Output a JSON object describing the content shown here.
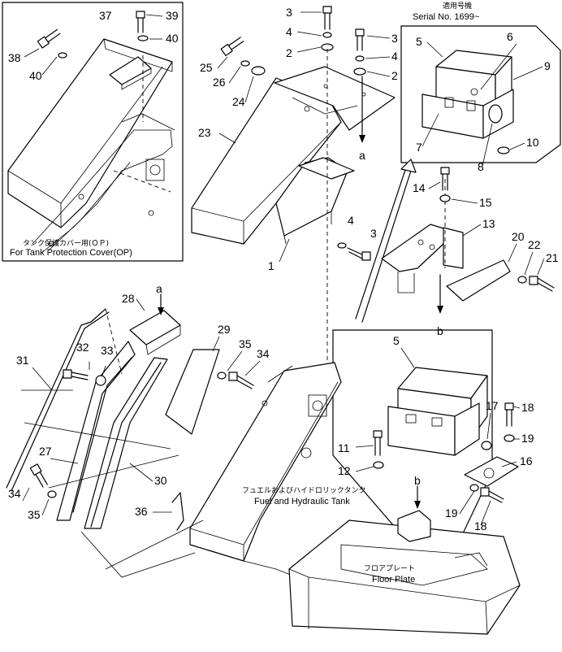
{
  "inset_tank_cover": {
    "caption_jp": "タンク保護カバー用(ＯＰ)",
    "caption_en": "For Tank Protection Cover(OP)"
  },
  "inset_serial": {
    "caption_jp": "適用号機",
    "caption_en": "Serial No. 1699~"
  },
  "labels": {
    "fuel_tank_jp": "フュエルおよびハイドロリックタンク",
    "fuel_tank_en": "Fuel and Hydraulic Tank",
    "floor_plate_jp": "フロアプレート",
    "floor_plate_en": "Floor Plate",
    "ref_a": "a",
    "ref_b": "b"
  },
  "callouts": {
    "n1": "1",
    "n2": "2",
    "n3": "3",
    "n4": "4",
    "n5": "5",
    "n6": "6",
    "n7": "7",
    "n8": "8",
    "n9": "9",
    "n10": "10",
    "n11": "11",
    "n12": "12",
    "n13": "13",
    "n14": "14",
    "n15": "15",
    "n16": "16",
    "n17": "17",
    "n18": "18",
    "n19": "19",
    "n20": "20",
    "n21": "21",
    "n22": "22",
    "n23": "23",
    "n24": "24",
    "n25": "25",
    "n26": "26",
    "n27": "27",
    "n28": "28",
    "n29": "29",
    "n30": "30",
    "n31": "31",
    "n32": "32",
    "n33": "33",
    "n34": "34",
    "n35": "35",
    "n36": "36",
    "n37": "37",
    "n38": "38",
    "n39": "39",
    "n40": "40"
  }
}
